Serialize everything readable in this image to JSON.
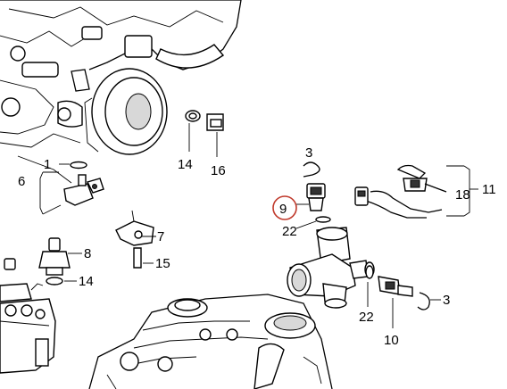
{
  "labels": {
    "l1": "1",
    "l3a": "3",
    "l3b": "3",
    "l6": "6",
    "l7": "7",
    "l8": "8",
    "l9": "9",
    "l10": "10",
    "l11": "11",
    "l14a": "14",
    "l14b": "14",
    "l15": "15",
    "l16": "16",
    "l18": "18",
    "l22a": "22",
    "l22b": "22"
  },
  "colors": {
    "ink": "#000000",
    "highlight": "#c0392b",
    "background": "#ffffff"
  }
}
